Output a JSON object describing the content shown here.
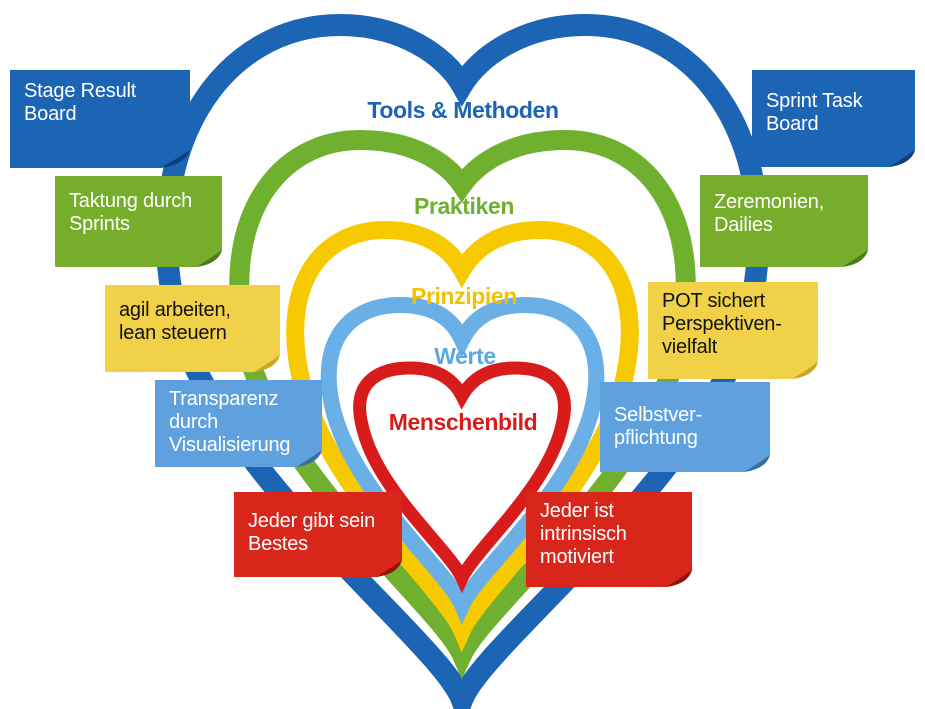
{
  "colors": {
    "blue": "#1c64b4",
    "green": "#6fb02e",
    "yellow": "#f7c900",
    "lightblue": "#6aafe6",
    "red": "#d81c1c"
  },
  "layers": {
    "tools": "Tools & Methoden",
    "praktiken": "Praktiken",
    "prinzipien": "Prinzipien",
    "werte": "Werte",
    "menschenbild": "Menschenbild"
  },
  "notes": {
    "left": [
      "Stage Result\nBoard",
      "Taktung durch\nSprints",
      "agil arbeiten,\nlean steuern",
      "Transparenz\ndurch\nVisualisierung",
      "Jeder gibt sein\nBestes"
    ],
    "right": [
      "Sprint Task\nBoard",
      "Zeremonien,\nDailies",
      "POT sichert\nPerspektiven-\nvielfalt",
      "Selbstver-\npflichtung",
      "Jeder ist\nintrinsisch\nmotiviert"
    ]
  }
}
